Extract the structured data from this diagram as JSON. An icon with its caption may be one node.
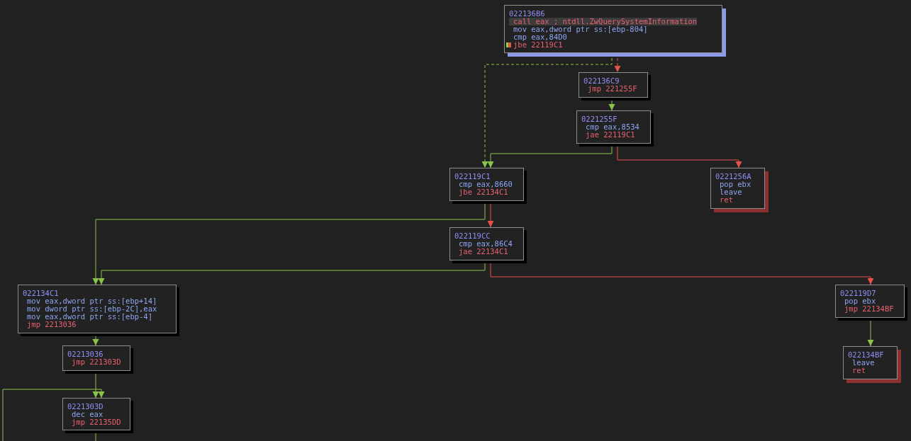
{
  "diagram": {
    "nodes": [
      {
        "text": [
          "022136B6",
          "call eax ; ntdll.ZwQuerySystemInformation",
          "mov eax,dword ptr ss:[ebp-804]",
          "cmp eax,84D0",
          "jbe 22119C1"
        ]
      },
      {
        "text": [
          "022136C9",
          "jmp 221255F"
        ]
      },
      {
        "text": [
          "0221255F",
          "cmp eax,8534",
          "jae 22119C1"
        ]
      },
      {
        "text": [
          "022119C1",
          "cmp eax,8660",
          "jbe 22134C1"
        ]
      },
      {
        "text": [
          "0221256A",
          "pop ebx",
          "leave",
          "ret"
        ]
      },
      {
        "text": [
          "022119CC",
          "cmp eax,86C4",
          "jae 22134C1"
        ]
      },
      {
        "text": [
          "022134C1",
          "mov eax,dword ptr ss:[ebp+14]",
          "mov dword ptr ss:[ebp-2C],eax",
          "mov eax,dword ptr ss:[ebp-4]",
          "jmp 2213036"
        ]
      },
      {
        "text": [
          "022119D7",
          "pop ebx",
          "jmp 22134BF"
        ]
      },
      {
        "text": [
          "02213036",
          "jmp 221303D"
        ]
      },
      {
        "text": [
          "022134BF",
          "leave",
          "ret"
        ]
      },
      {
        "text": [
          "0221303D",
          "dec eax",
          "jmp 22135DD"
        ]
      }
    ],
    "edges": [
      {
        "from": 0,
        "to": 3,
        "arrow": "to",
        "style": "dashed"
      },
      {
        "from": 0,
        "to": 1,
        "arrow": "to",
        "style": "dashed",
        "color": "#e5534b"
      },
      {
        "from": 1,
        "to": 2,
        "arrow": "to"
      },
      {
        "from": 2,
        "to": 3,
        "arrow": "to"
      },
      {
        "from": 2,
        "to": 4,
        "arrow": "to",
        "color": "#e5534b"
      },
      {
        "from": 3,
        "to": 6,
        "arrow": "to"
      },
      {
        "from": 3,
        "to": 5,
        "arrow": "to",
        "color": "#e5534b"
      },
      {
        "from": 5,
        "to": 6,
        "arrow": "to"
      },
      {
        "from": 5,
        "to": 7,
        "arrow": "to",
        "color": "#e5534b"
      },
      {
        "from": 7,
        "to": 9,
        "arrow": "to"
      },
      {
        "from": 6,
        "to": 8,
        "arrow": "to"
      },
      {
        "from": 8,
        "to": 10,
        "arrow": "to"
      },
      {
        "from": null,
        "to": 10,
        "arrow": "to"
      },
      {
        "from": 10,
        "to": null,
        "arrow": "none"
      }
    ]
  }
}
